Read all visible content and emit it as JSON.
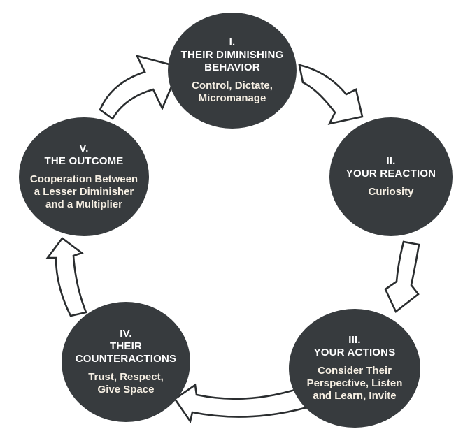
{
  "diagram": {
    "colors": {
      "page_bg": "#ffffff",
      "node_bg": "#373b3e",
      "node_title": "#ffffff",
      "node_subtitle": "#f6efe3",
      "arrow_fill": "#ffffff",
      "arrow_stroke": "#2a2d2f"
    },
    "steps": [
      {
        "numeral": "I.",
        "title_lines": [
          "THEIR DIMINISHING",
          "BEHAVIOR"
        ],
        "subtitle_lines": [
          "Control, Dictate,",
          "Micromanage"
        ]
      },
      {
        "numeral": "II.",
        "title_lines": [
          "YOUR REACTION"
        ],
        "subtitle_lines": [
          "Curiosity"
        ]
      },
      {
        "numeral": "III.",
        "title_lines": [
          "YOUR ACTIONS"
        ],
        "subtitle_lines": [
          "Consider Their",
          "Perspective, Listen",
          "and Learn, Invite"
        ]
      },
      {
        "numeral": "IV.",
        "title_lines": [
          "THEIR",
          "COUNTERACTIONS"
        ],
        "subtitle_lines": [
          "Trust, Respect,",
          "Give Space"
        ]
      },
      {
        "numeral": "V.",
        "title_lines": [
          "THE OUTCOME"
        ],
        "subtitle_lines": [
          "Cooperation Between",
          "a Lesser Diminisher",
          "and a Multiplier"
        ]
      }
    ],
    "arrows": [
      {
        "from": "I",
        "to": "II"
      },
      {
        "from": "II",
        "to": "III"
      },
      {
        "from": "III",
        "to": "IV"
      },
      {
        "from": "IV",
        "to": "V"
      },
      {
        "from": "V",
        "to": "I"
      }
    ]
  }
}
